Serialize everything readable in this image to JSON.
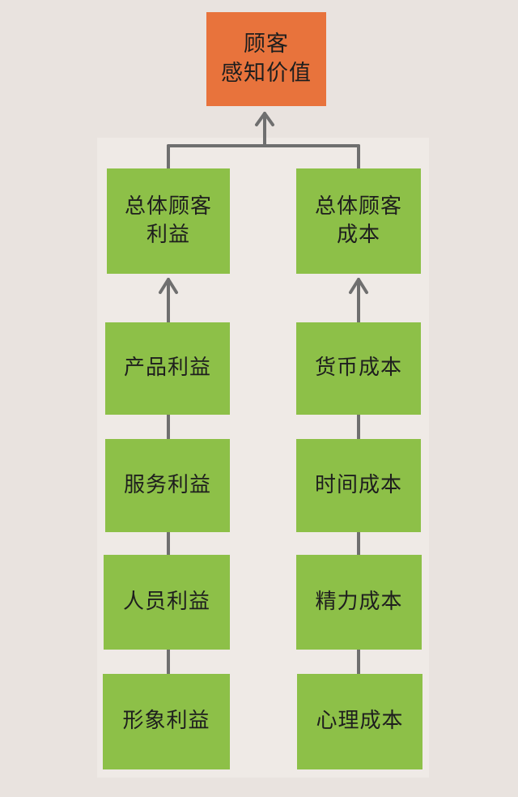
{
  "top": {
    "text": "顾客\n感知价值",
    "color": "#e8733c"
  },
  "benefit": {
    "total": "总体顾客\n利益",
    "items": [
      "产品利益",
      "服务利益",
      "人员利益",
      "形象利益"
    ]
  },
  "cost": {
    "total": "总体顾客\n成本",
    "items": [
      "货币成本",
      "时间成本",
      "精力成本",
      "心理成本"
    ]
  },
  "colors": {
    "box": "#8dc048",
    "line": "#6f6f6f"
  }
}
